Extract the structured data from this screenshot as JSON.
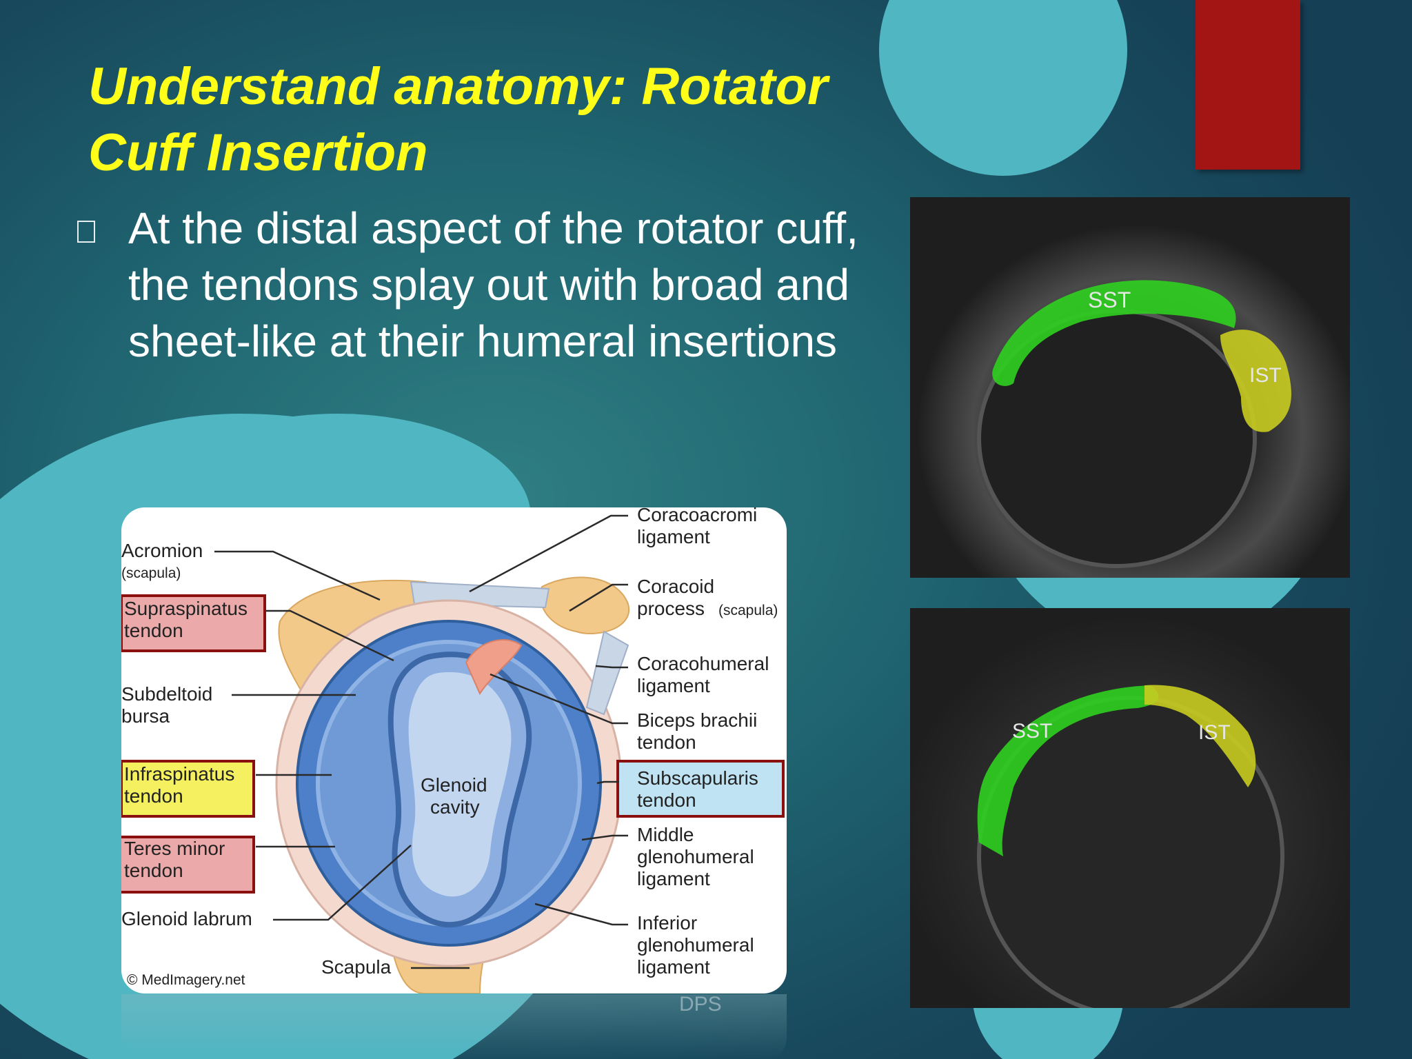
{
  "slide": {
    "title_line1": "Understand anatomy: Rotator",
    "title_line2": "Cuff Insertion",
    "bullet": {
      "icon": "square-bullet-icon",
      "text": "At the distal aspect of the rotator cuff, the tendons splay out with broad and sheet-like at their humeral insertions"
    },
    "accent_colors": {
      "title": "#ffff1a",
      "red_rectangle": "#a31515",
      "circle": "#4fb6c2"
    }
  },
  "diagram": {
    "labels_left": {
      "acromion": "Acromion",
      "acromion_sub": "(scapula)",
      "supraspinatus_1": "Supraspinatus",
      "supraspinatus_2": "tendon",
      "subdeltoid_1": "Subdeltoid",
      "subdeltoid_2": "bursa",
      "infraspinatus_1": "Infraspinatus",
      "infraspinatus_2": "tendon",
      "teres_1": "Teres minor",
      "teres_2": "tendon",
      "labrum": "Glenoid labrum"
    },
    "labels_right": {
      "coracoacromial_1": "Coracoacromi",
      "coracoacromial_2": "ligament",
      "coracoid_1": "Coracoid",
      "coracoid_2": "process",
      "coracoid_sub": "(scapula)",
      "coracohumeral_1": "Coracohumeral",
      "coracohumeral_2": "ligament",
      "biceps_1": "Biceps brachii",
      "biceps_2": "tendon",
      "subscap_1": "Subscapularis",
      "subscap_2": "tendon",
      "middle_1": "Middle",
      "middle_2": "glenohumeral",
      "middle_3": "ligament",
      "inferior_1": "Inferior",
      "inferior_2": "glenohumeral",
      "inferior_3": "ligament"
    },
    "center": {
      "glenoid_1": "Glenoid",
      "glenoid_2": "cavity",
      "scapula": "Scapula"
    },
    "credit": "© MedImagery.net"
  },
  "mri_top": {
    "sst": "SST",
    "ist": "IST"
  },
  "mri_bottom": {
    "sst": "SST",
    "ist": "IST"
  },
  "footer_mark": "DPS"
}
